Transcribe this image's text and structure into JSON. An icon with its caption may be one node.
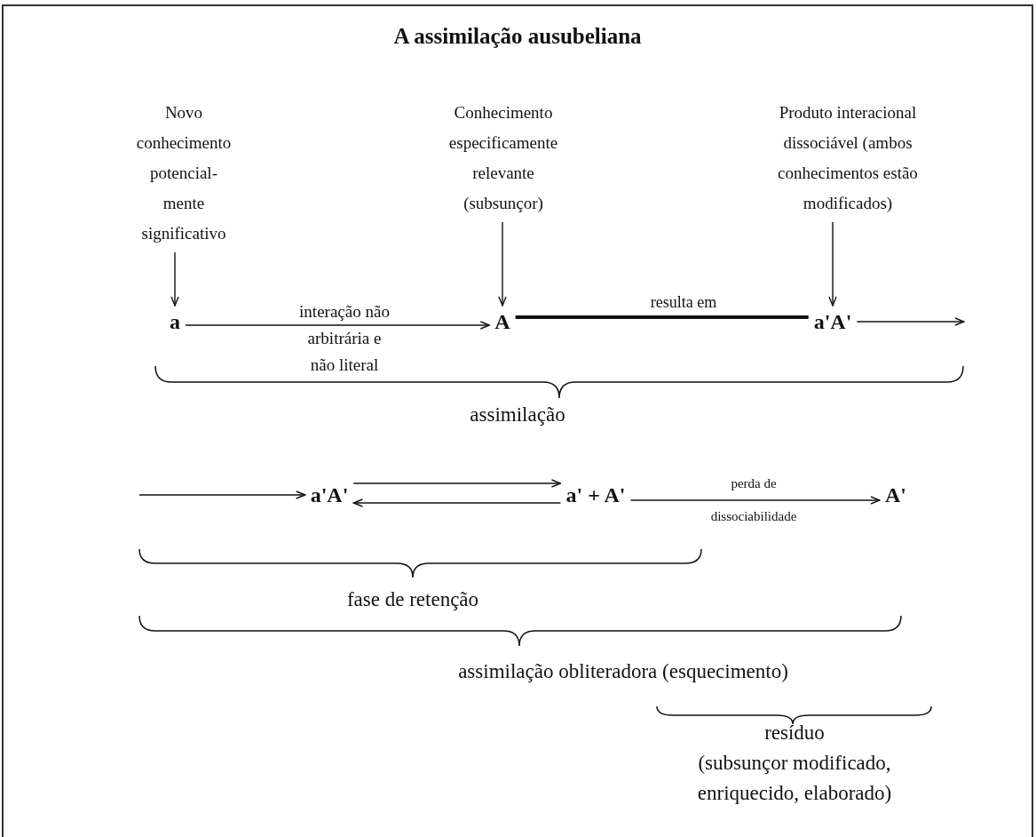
{
  "diagram": {
    "title": "A assimilação ausubeliana",
    "nodes": [
      {
        "text": [
          "Novo conhecimento potencial- mente significativo"
        ]
      },
      {
        "text": [
          "Conhecimento especificamente relevante (subsunçor)"
        ]
      },
      {
        "text": [
          "Produto interacional dissociável (ambos conhecimentos estão modificados)"
        ]
      },
      {
        "text": [
          "a"
        ]
      },
      {
        "text": [
          "A"
        ]
      },
      {
        "text": [
          "a'A'"
        ]
      },
      {
        "text": [
          "a'A'"
        ]
      },
      {
        "text": [
          "a' + A'"
        ]
      },
      {
        "text": [
          "A'"
        ]
      }
    ],
    "edges": [
      {
        "from": 0,
        "to": 3,
        "arrow": "to"
      },
      {
        "from": 1,
        "to": 4,
        "arrow": "to"
      },
      {
        "from": 2,
        "to": 5,
        "arrow": "to"
      },
      {
        "from": 3,
        "to": 4,
        "arrow": "to",
        "label": "interação não arbitrária e não literal"
      },
      {
        "from": 4,
        "to": 5,
        "arrow": "none",
        "label": "resulta em",
        "style": "thick"
      },
      {
        "from": 5,
        "to": null,
        "arrow": "to"
      },
      {
        "from": null,
        "to": 6,
        "arrow": "to"
      },
      {
        "from": 6,
        "to": 7,
        "arrow": "to"
      },
      {
        "from": 7,
        "to": 6,
        "arrow": "to"
      },
      {
        "from": 7,
        "to": 8,
        "arrow": "to",
        "label": "perda de dissociabilidade"
      }
    ],
    "labels": [
      "assimilação",
      "fase de retenção",
      "assimilação obliteradora (esquecimento)",
      "resíduo (subsunçor modificado, enriquecido, elaborado)"
    ]
  }
}
